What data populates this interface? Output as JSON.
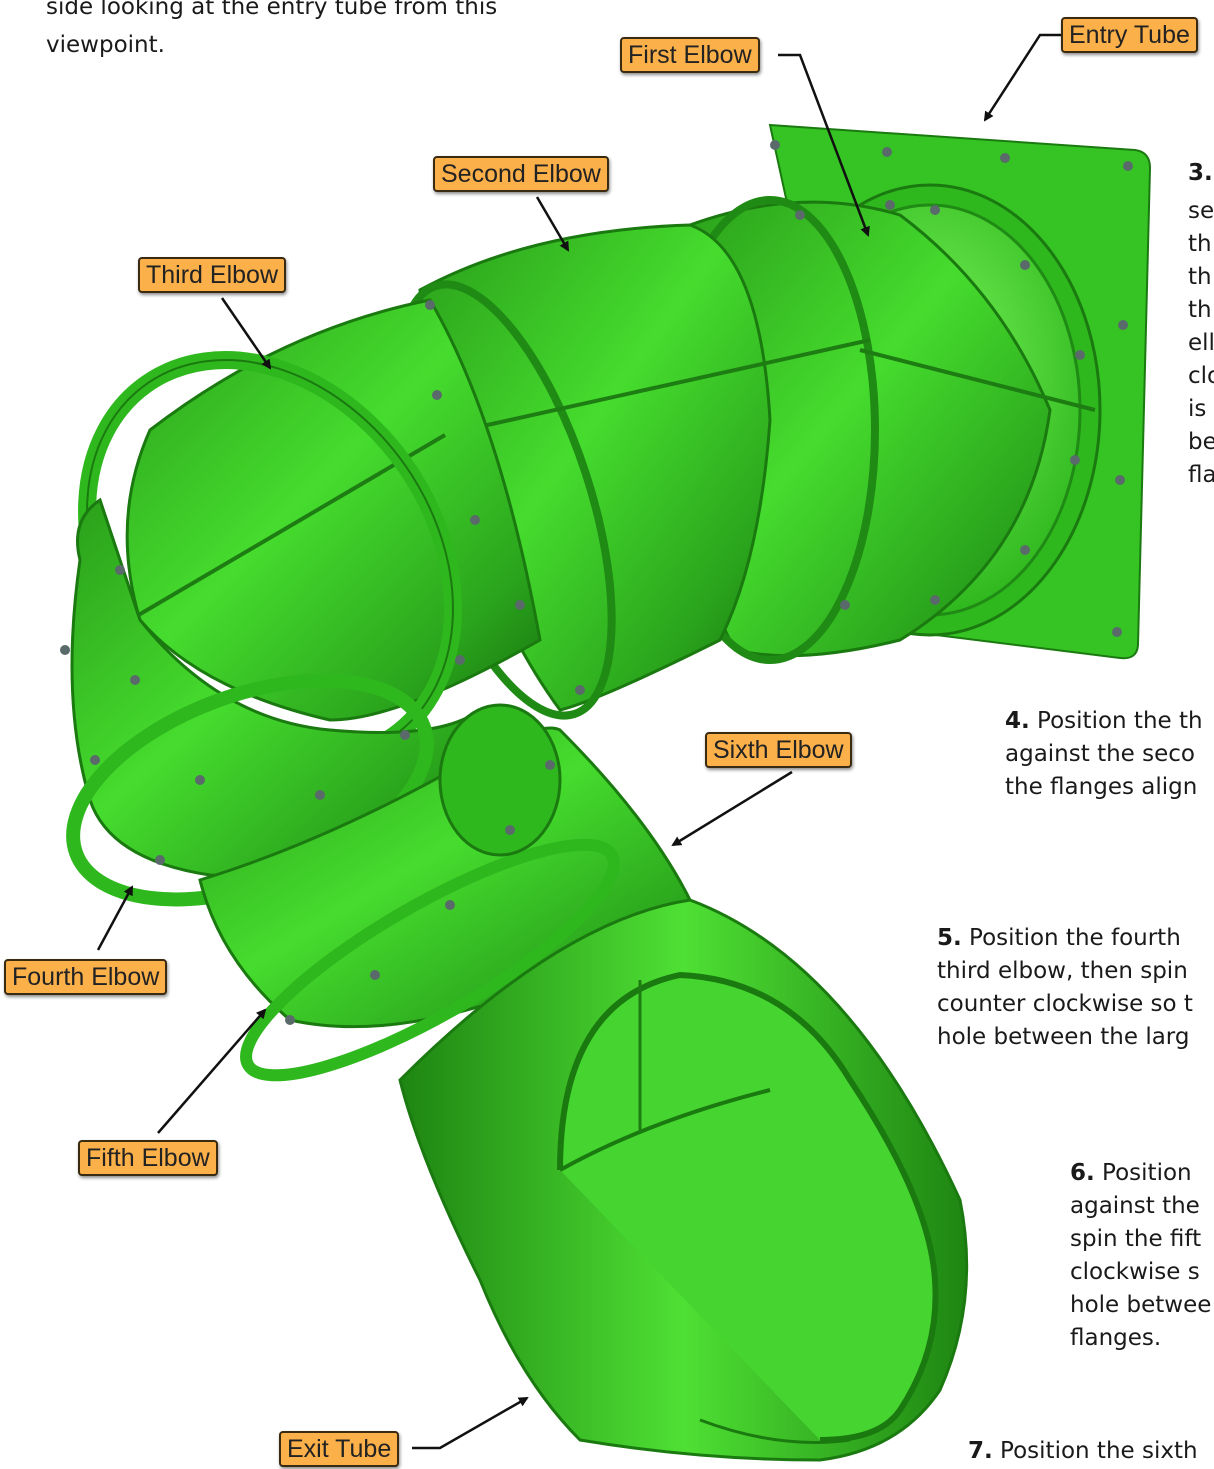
{
  "intro": {
    "line1": "side looking at the entry tube from this",
    "line2": "viewpoint."
  },
  "labels": {
    "entry_tube": "Entry Tube",
    "first_elbow": "First Elbow",
    "second_elbow": "Second Elbow",
    "third_elbow": "Third Elbow",
    "fourth_elbow": "Fourth Elbow",
    "fifth_elbow": "Fifth Elbow",
    "sixth_elbow": "Sixth Elbow",
    "exit_tube": "Exit Tube"
  },
  "steps": {
    "s3": {
      "num": "3.",
      "lines": [
        "se",
        "th",
        "th",
        "th",
        "ell",
        "clo",
        "is",
        "be",
        "fla"
      ]
    },
    "s4": {
      "num": "4.",
      "lines": [
        " Position the th",
        "against the seco",
        "the flanges align"
      ]
    },
    "s5": {
      "num": "5.",
      "lines": [
        " Position the fourth",
        "third elbow, then spin",
        "counter clockwise so t",
        "hole between the larg"
      ]
    },
    "s6": {
      "num": "6.",
      "lines": [
        " Position",
        "against the",
        "spin the fift",
        "clockwise s",
        "hole betwee",
        "flanges."
      ]
    },
    "s7": {
      "num": "7.",
      "lines": [
        " Position the sixth"
      ]
    }
  },
  "colors": {
    "slide_green": "#3fd62a",
    "slide_dark": "#1f8a14",
    "label_fill": "#fbb04a",
    "bolt": "#5a6a6a"
  }
}
